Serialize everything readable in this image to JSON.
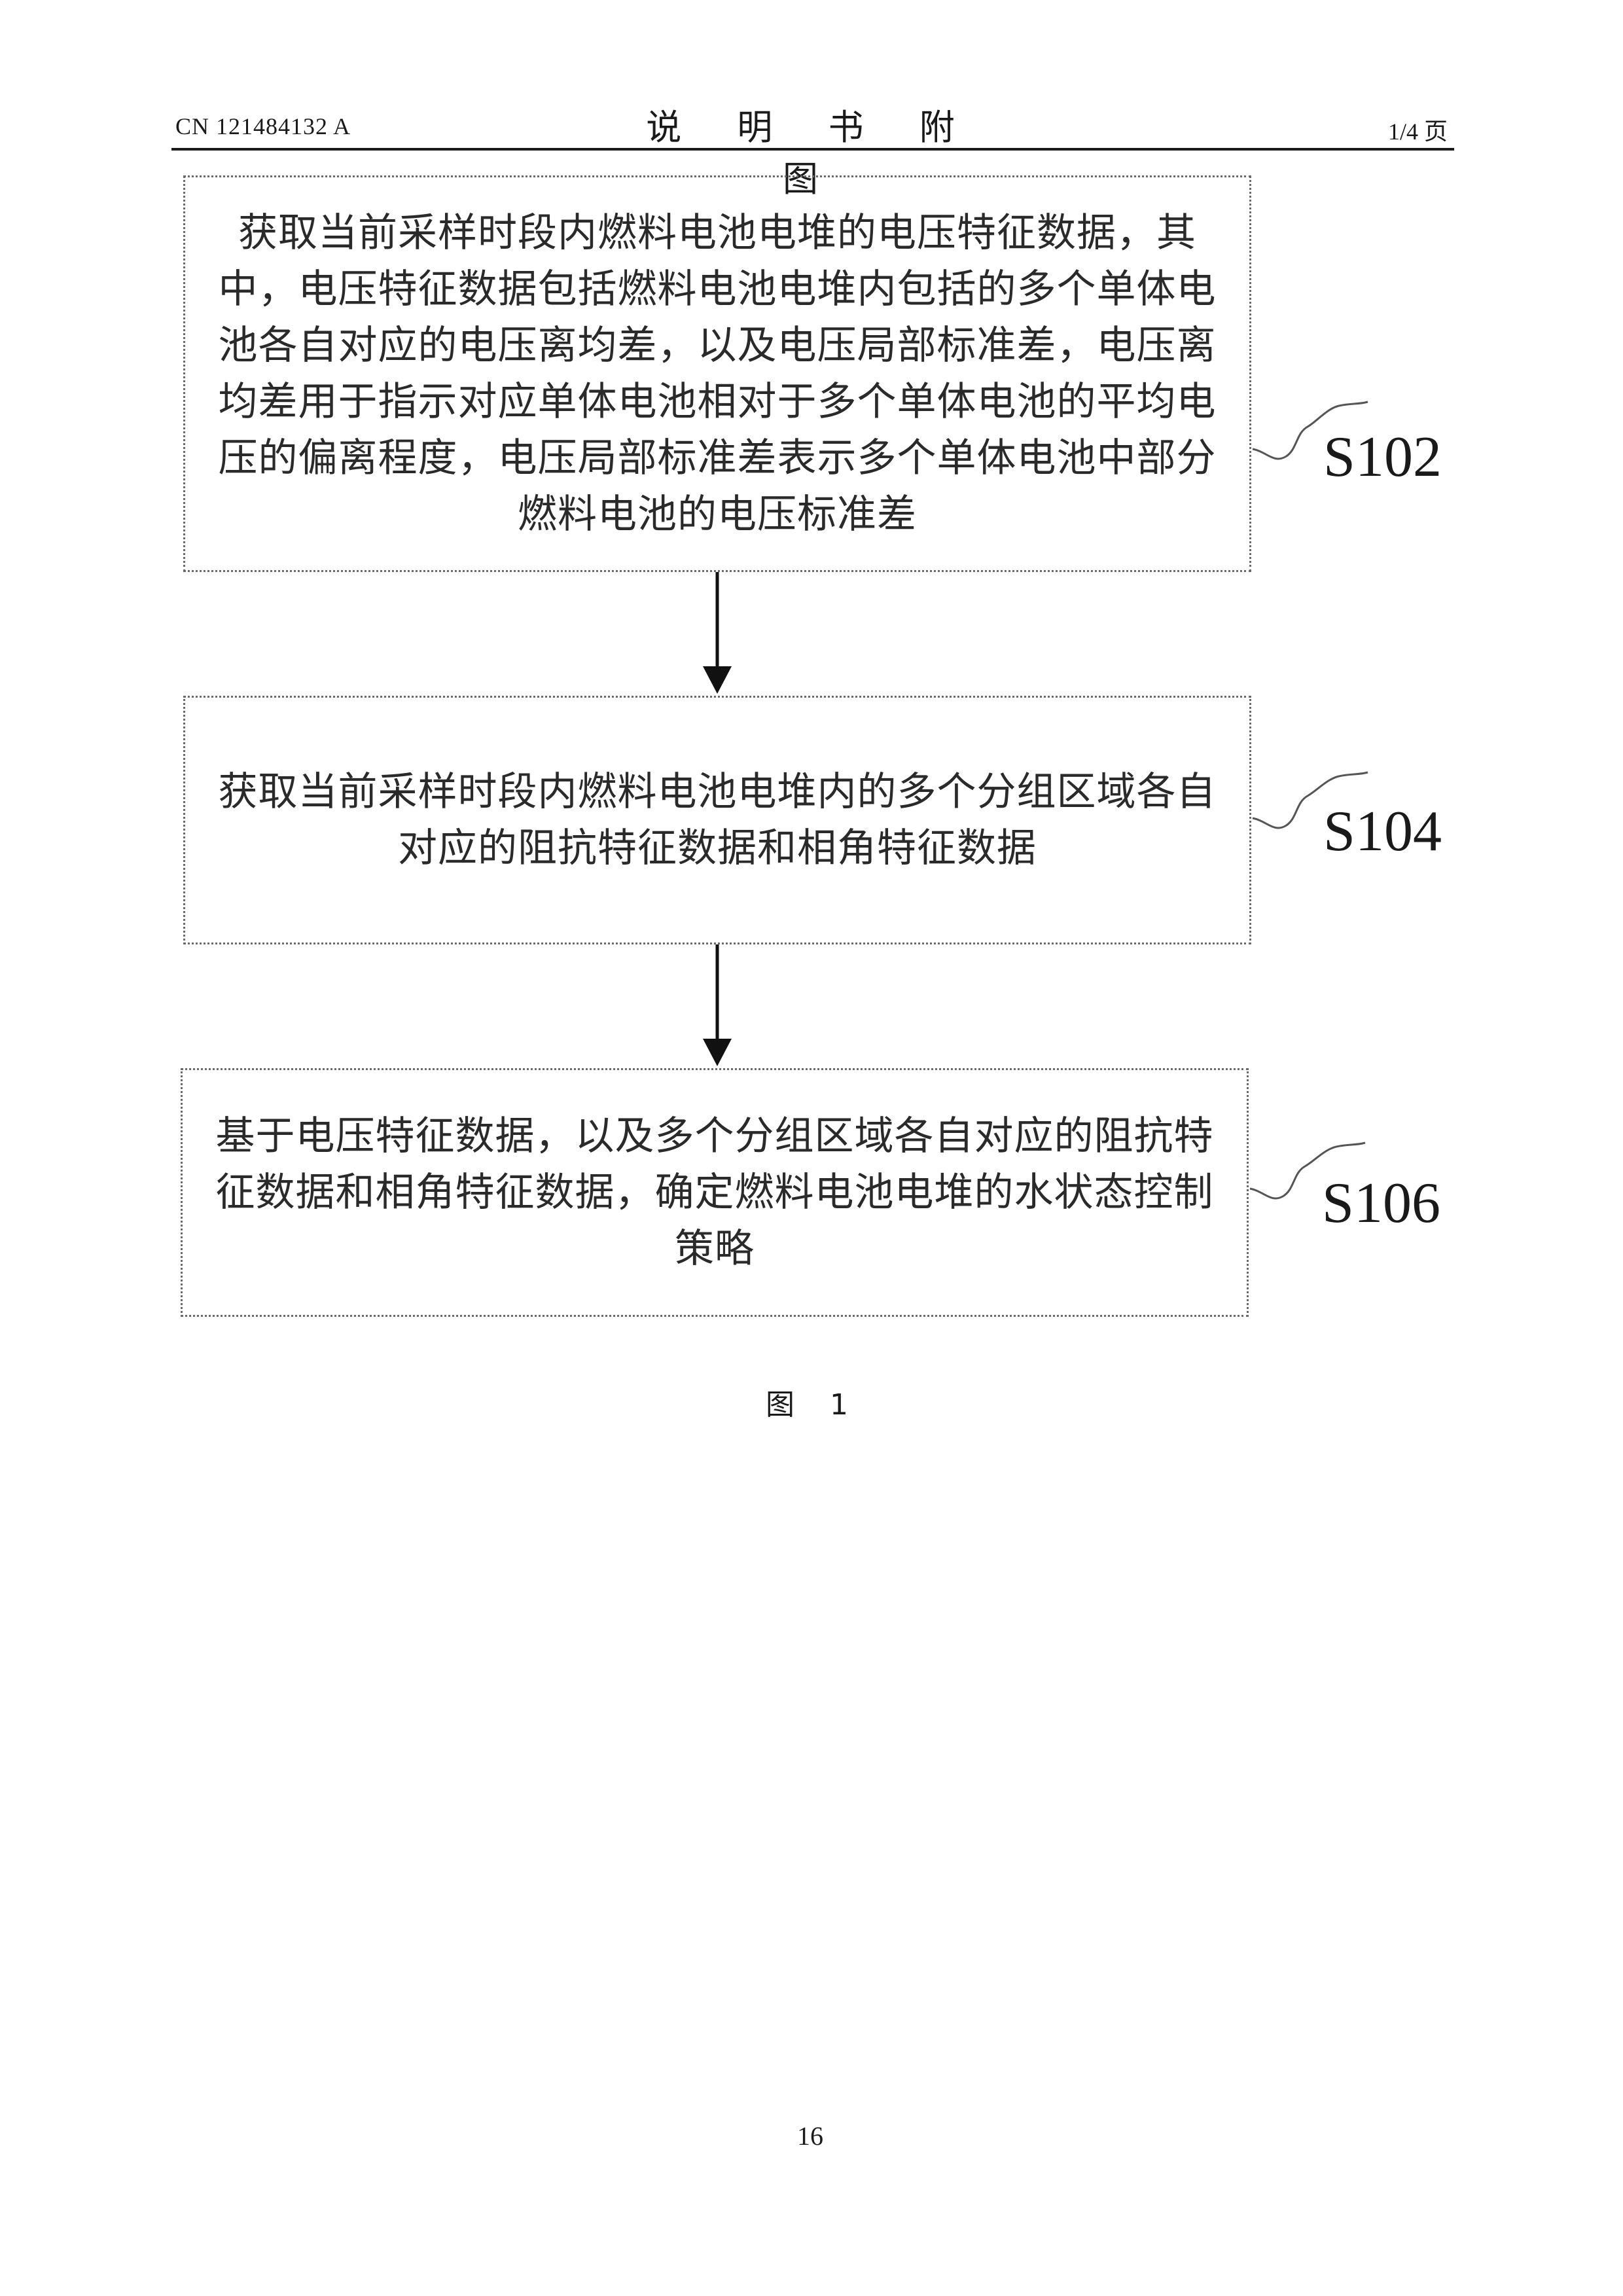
{
  "header": {
    "patent_number": "CN 121484132 A",
    "title": "说 明 书 附 图",
    "page_indicator": "1/4 页"
  },
  "flowchart": {
    "steps": [
      {
        "id": "S102",
        "text": "获取当前采样时段内燃料电池电堆的电压特征数据，其中，电压特征数据包括燃料电池电堆内包括的多个单体电池各自对应的电压离均差，以及电压局部标准差，电压离均差用于指示对应单体电池相对于多个单体电池的平均电压的偏离程度，电压局部标准差表示多个单体电池中部分燃料电池的电压标准差"
      },
      {
        "id": "S104",
        "text": "获取当前采样时段内燃料电池电堆内的多个分组区域各自对应的阻抗特征数据和相角特征数据"
      },
      {
        "id": "S106",
        "text": "基于电压特征数据，以及多个分组区域各自对应的阻抗特征数据和相角特征数据，确定燃料电池电堆的水状态控制策略"
      }
    ]
  },
  "caption": "图 1",
  "footer": {
    "page_number": "16"
  }
}
